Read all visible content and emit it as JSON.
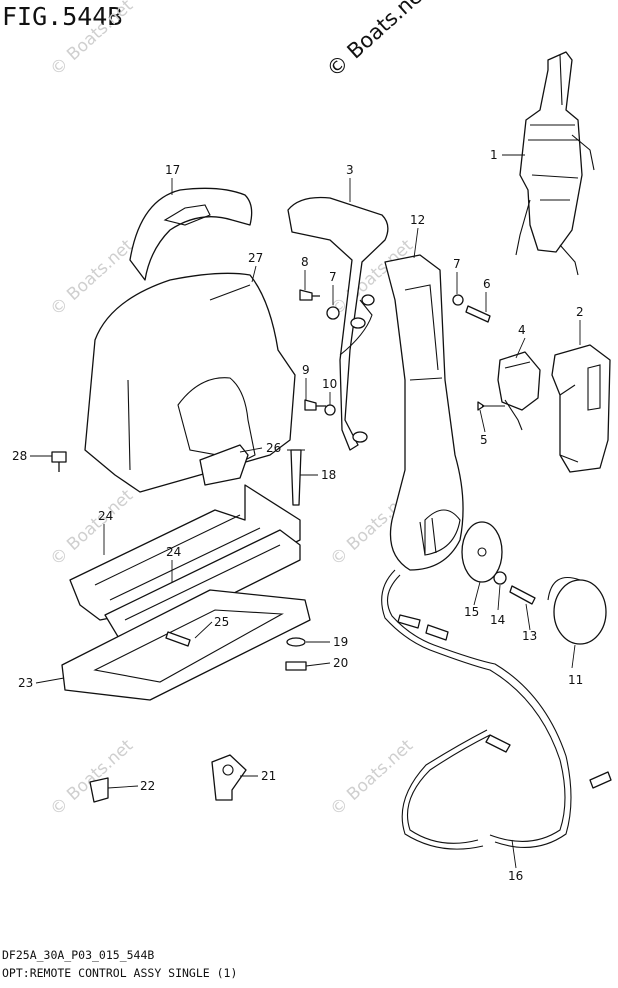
{
  "figure_title": "FIG.544B",
  "watermark_top": "© Boats.net",
  "watermark": "© Boats.net",
  "footer_code": "DF25A_30A_P03_015_544B",
  "footer_desc": "OPT:REMOTE CONTROL ASSY SINGLE (1)",
  "callouts": [
    "1",
    "2",
    "3",
    "4",
    "5",
    "6",
    "7",
    "7",
    "8",
    "9",
    "10",
    "11",
    "12",
    "13",
    "14",
    "15",
    "16",
    "17",
    "18",
    "19",
    "20",
    "21",
    "22",
    "23",
    "24",
    "24",
    "25",
    "26",
    "27",
    "28"
  ]
}
